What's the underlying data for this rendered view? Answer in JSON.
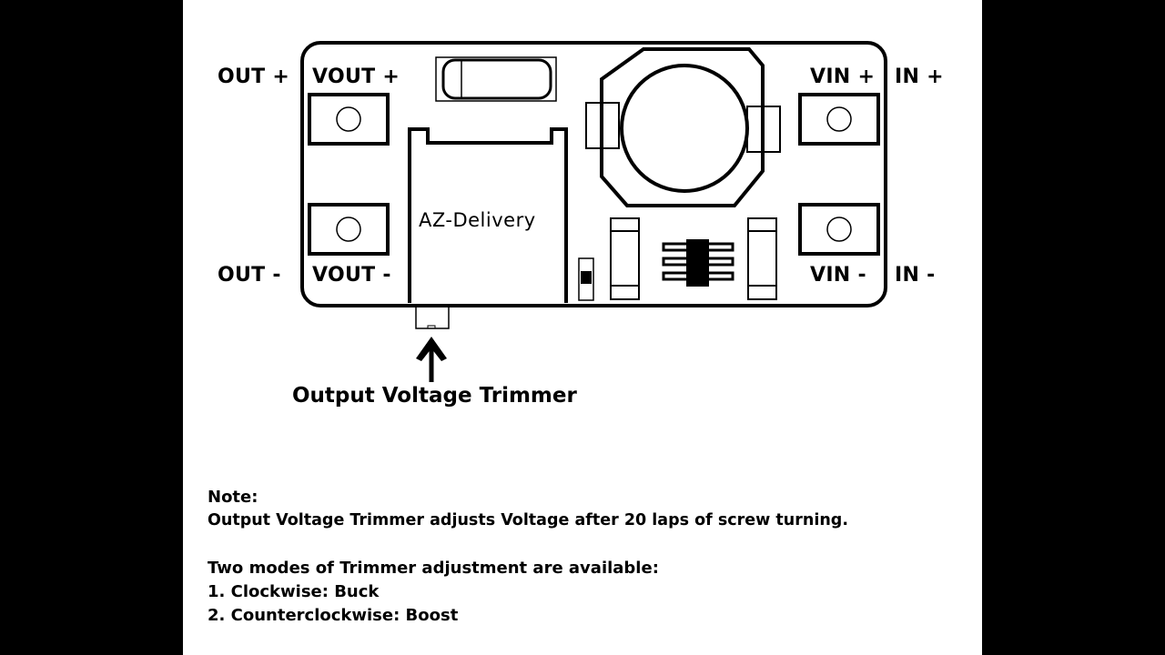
{
  "labels": {
    "out_plus": "OUT +",
    "vout_plus": "VOUT +",
    "out_minus": "OUT -",
    "vout_minus": "VOUT -",
    "vin_plus": "VIN +",
    "in_plus": "IN +",
    "vin_minus": "VIN -",
    "in_minus": "IN -"
  },
  "brand": "AZ-Delivery",
  "trimmer_caption": "Output Voltage Trimmer",
  "note": {
    "heading": "Note:",
    "line1": "Output Voltage Trimmer adjusts Voltage after 20 laps of screw turning.",
    "line2": "Two modes of Trimmer adjustment are available:",
    "line3": "1. Clockwise: Buck",
    "line4": "2. Counterclockwise: Boost"
  },
  "colors": {
    "background": "#000000",
    "panel": "#ffffff",
    "ink": "#000000"
  }
}
